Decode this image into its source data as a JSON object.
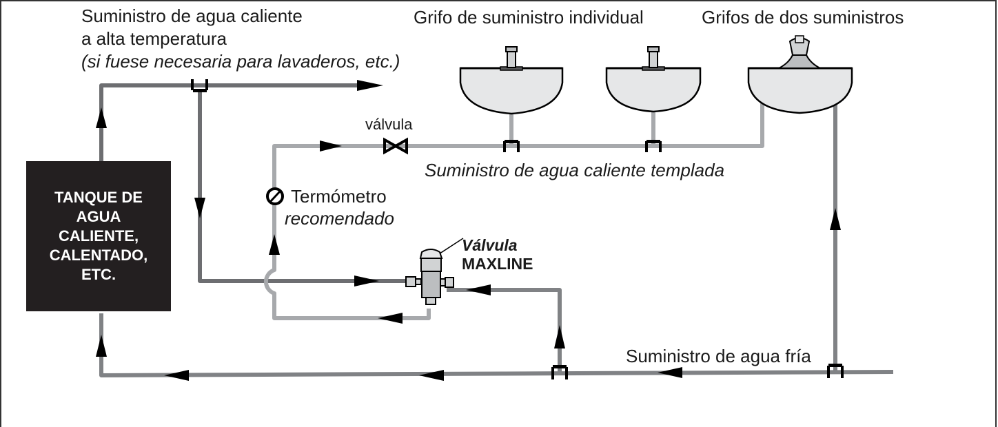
{
  "labels": {
    "hot_supply_line1": "Suministro de agua caliente",
    "hot_supply_line2": "a alta temperatura",
    "hot_supply_note": "(si fuese necesaria para lavaderos, etc.)",
    "single_tap": "Grifo de suministro individual",
    "dual_taps": "Grifos de dos suministros",
    "valve": "válvula",
    "tempered_supply": "Suministro de agua caliente templada",
    "thermometer_line1": "Termómetro",
    "thermometer_line2": "recomendado",
    "maxline_line1": "Válvula",
    "maxline_line2": "MAXLINE",
    "cold_supply": "Suministro de agua fría"
  },
  "tank": {
    "lines": [
      "TANQUE DE",
      "AGUA",
      "CALIENTE,",
      "CALENTADO,",
      "ETC."
    ]
  },
  "colors": {
    "hot_pipe": "#6d6e71",
    "tempered_pipe": "#a7a9ac",
    "cold_pipe": "#808285",
    "tank": "#231f20",
    "arrow": "#000000"
  }
}
